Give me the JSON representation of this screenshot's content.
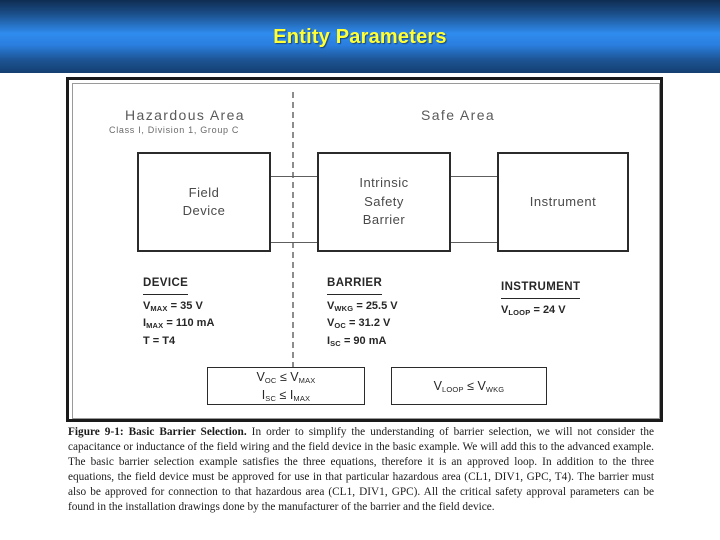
{
  "slide": {
    "title": "Entity Parameters",
    "title_color": "#ffff33",
    "banner_color_top": "#0f2d52",
    "banner_color_mid": "#2f8cef"
  },
  "figure": {
    "hazardous_area": {
      "heading": "Hazardous  Area",
      "classification": "Class I, Division 1, Group C"
    },
    "safe_area": {
      "heading": "Safe  Area"
    },
    "blocks": [
      {
        "name": "field-device",
        "label": "Field\nDevice"
      },
      {
        "name": "intrinsic-safety-barrier",
        "label": "Intrinsic\nSafety\nBarrier"
      },
      {
        "name": "instrument",
        "label": "Instrument"
      }
    ],
    "block_labels": {
      "field_device": "Field Device",
      "barrier": "Intrinsic Safety Barrier",
      "instrument": "Instrument"
    },
    "parameters": {
      "device": {
        "title": "DEVICE",
        "lines": [
          {
            "symbol": "V",
            "sub": "MAX",
            "value": "= 35 V"
          },
          {
            "symbol": "I",
            "sub": "MAX",
            "value": "= 110 mA"
          },
          {
            "symbol": "T",
            "sub": "",
            "value": "= T4"
          }
        ]
      },
      "barrier": {
        "title": "BARRIER",
        "lines": [
          {
            "symbol": "V",
            "sub": "WKG",
            "value": "= 25.5 V"
          },
          {
            "symbol": "V",
            "sub": "OC",
            "value": "= 31.2 V"
          },
          {
            "symbol": "I",
            "sub": "SC",
            "value": "= 90 mA"
          }
        ]
      },
      "instrument": {
        "title": "INSTRUMENT",
        "lines": [
          {
            "symbol": "V",
            "sub": "LOOP",
            "value": "= 24 V"
          }
        ]
      }
    },
    "inequalities": {
      "device_barrier": [
        {
          "left_symbol": "V",
          "left_sub": "OC",
          "op": "≤",
          "right_symbol": "V",
          "right_sub": "MAX"
        },
        {
          "left_symbol": "I",
          "left_sub": "SC",
          "op": "≤",
          "right_symbol": "I",
          "right_sub": "MAX"
        }
      ],
      "loop": [
        {
          "left_symbol": "V",
          "left_sub": "LOOP",
          "op": "≤",
          "right_symbol": "V",
          "right_sub": "WKG"
        }
      ]
    },
    "caption_lead": "Figure 9-1: Basic Barrier Selection.",
    "caption_body": " In order to simplify the understanding of barrier selection, we will not consider the capacitance or inductance of the field wiring and the field device in the basic example. We will add this to the advanced example. The basic barrier selection example satisfies the three equations, therefore it is an approved loop. In addition to the three equations, the field device must be approved for use in that particular hazardous area (CL1, DIV1, GPC, T4). The barrier must also be approved for connection to that hazardous area (CL1, DIV1, GPC). All the critical safety approval parameters can be found in the installation drawings done by the manufacturer of the barrier and the field device."
  }
}
